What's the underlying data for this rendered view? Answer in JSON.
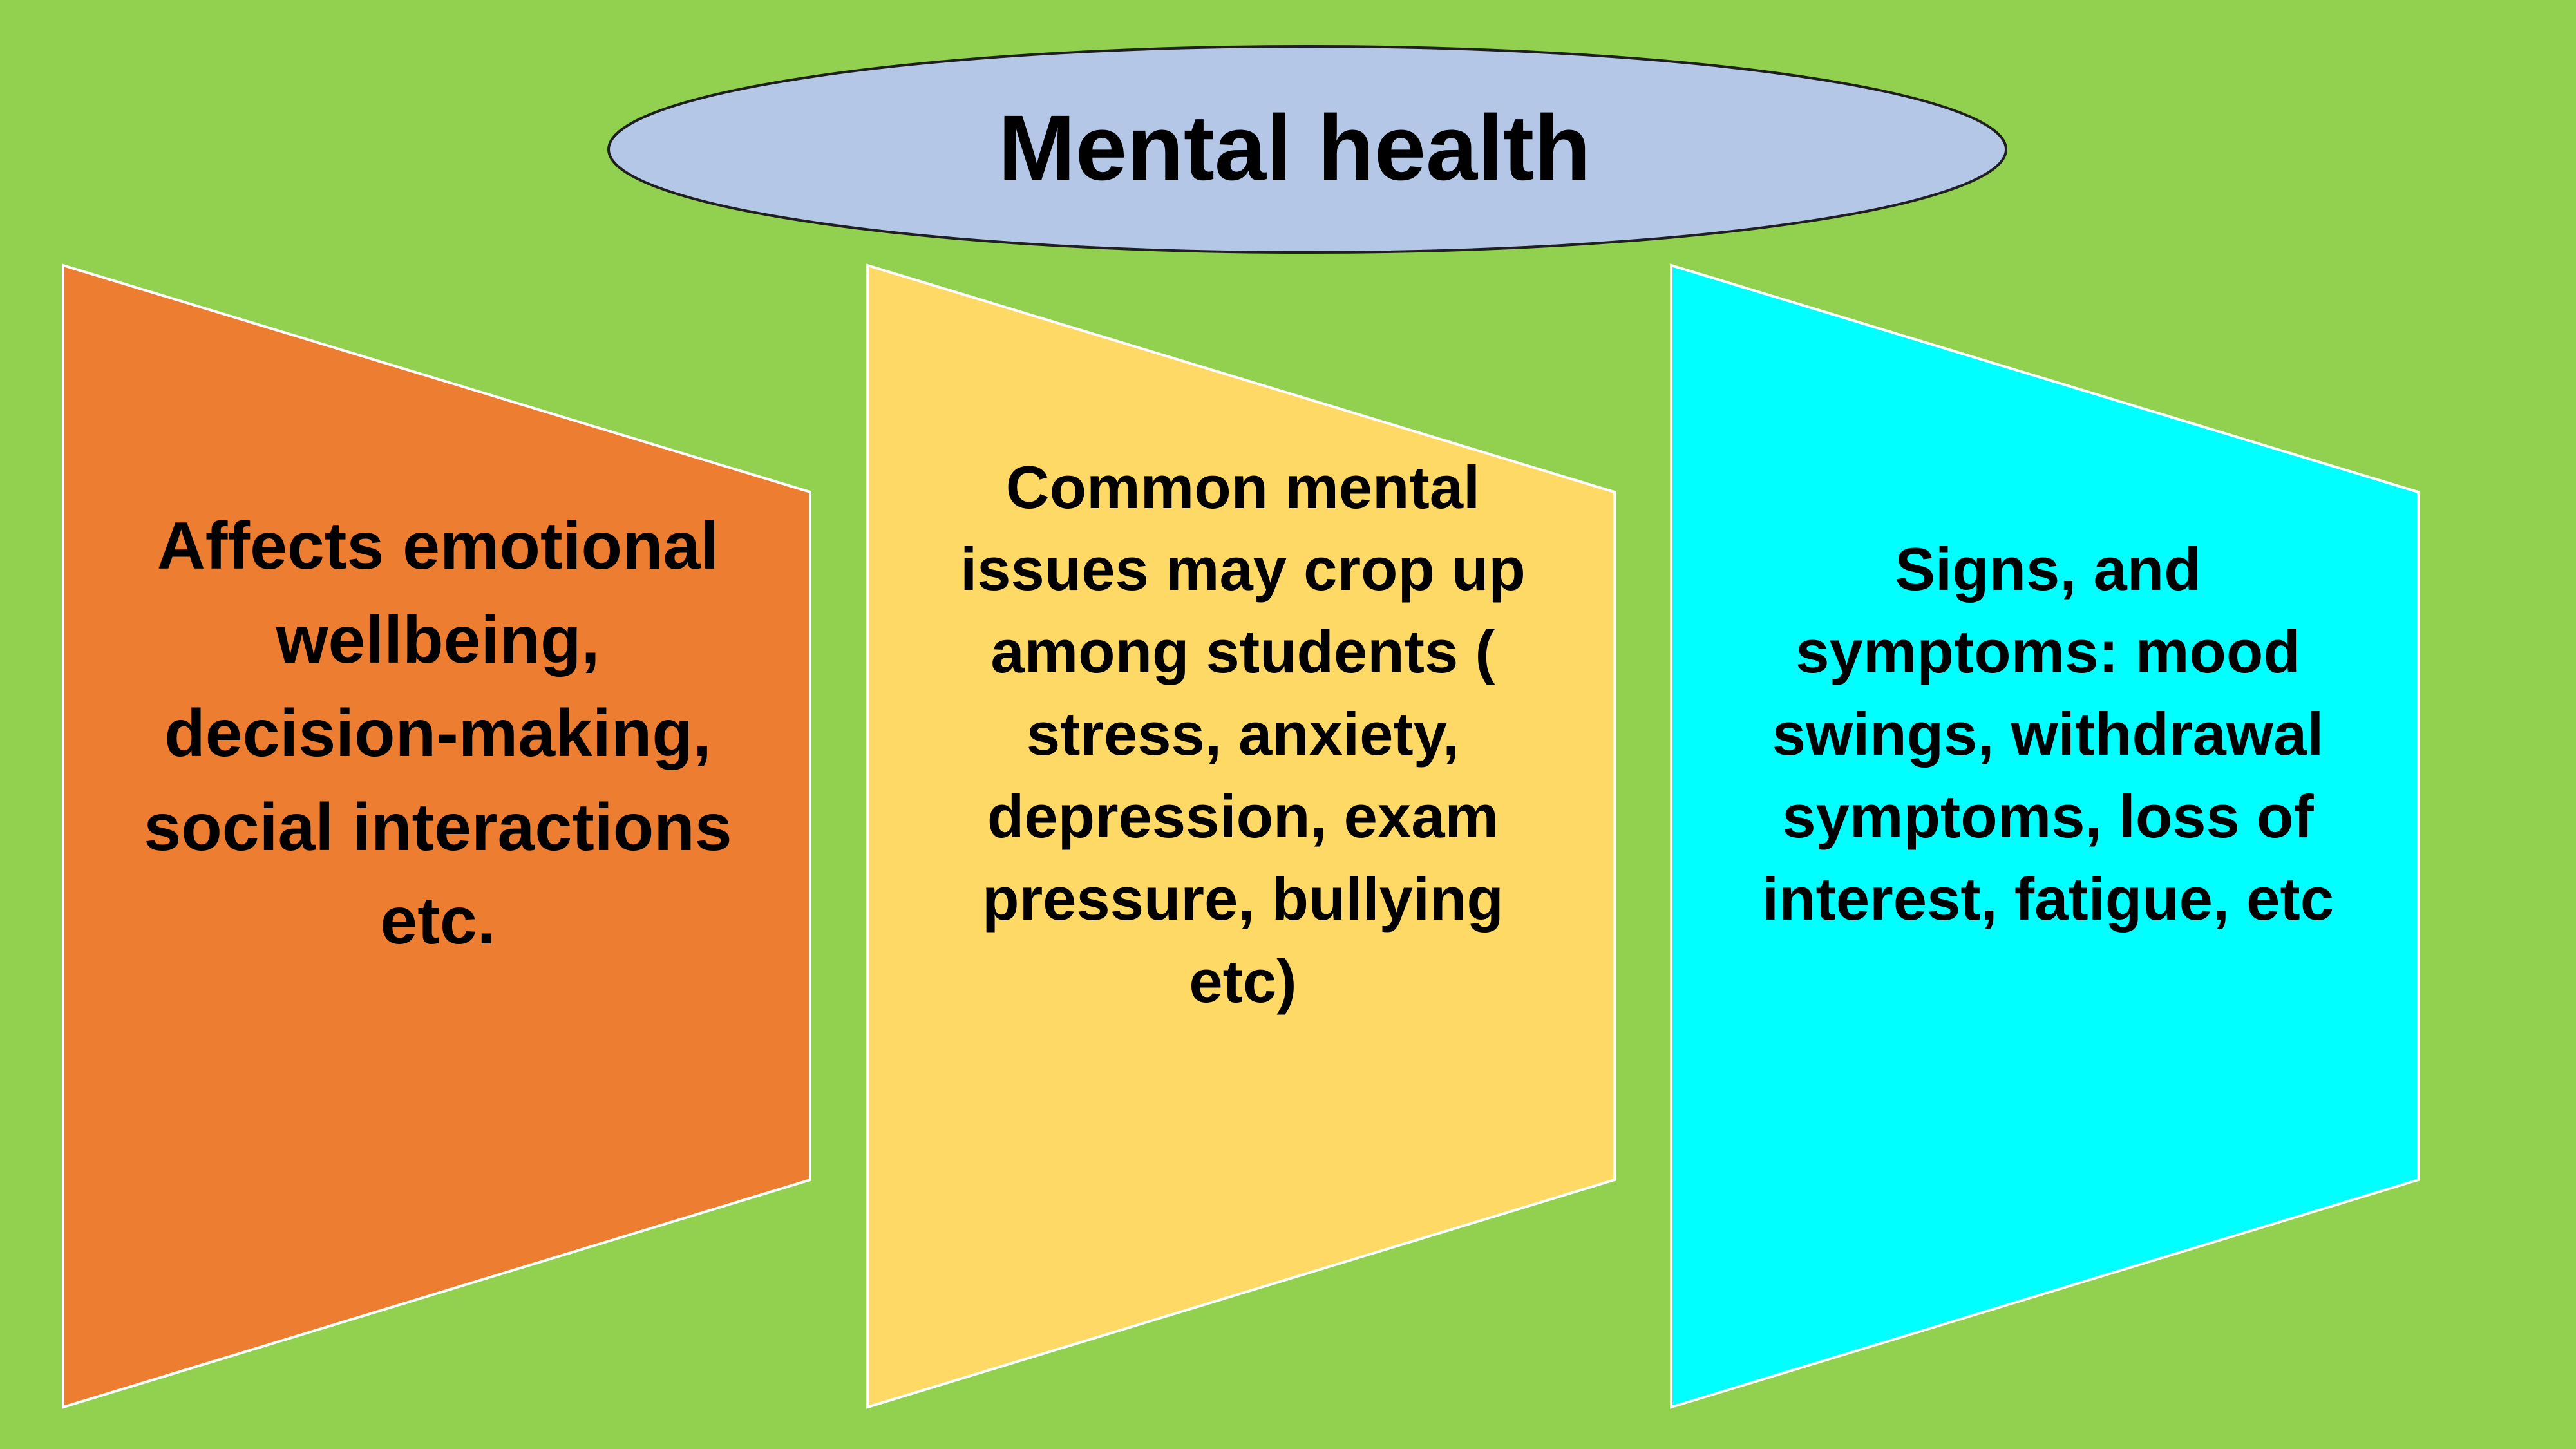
{
  "title": "Mental health",
  "panels": [
    {
      "text": "Affects emotional\nwellbeing,\ndecision-making,\nsocial interactions\netc.",
      "color": "#ED7D31"
    },
    {
      "text": "Common mental\nissues may crop up\namong students (\nstress, anxiety,\ndepression, exam\npressure, bullying\netc)",
      "color": "#FFD966"
    },
    {
      "text": "Signs, and\nsymptoms: mood\nswings, withdrawal\nsymptoms, loss of\ninterest, fatigue, etc",
      "color": "#00FFFF"
    }
  ],
  "colors": {
    "background": "#92D050",
    "title_fill": "#B4C7E7",
    "title_outline": "#1F1F1F",
    "panel_outline": "#FFFFFF"
  }
}
